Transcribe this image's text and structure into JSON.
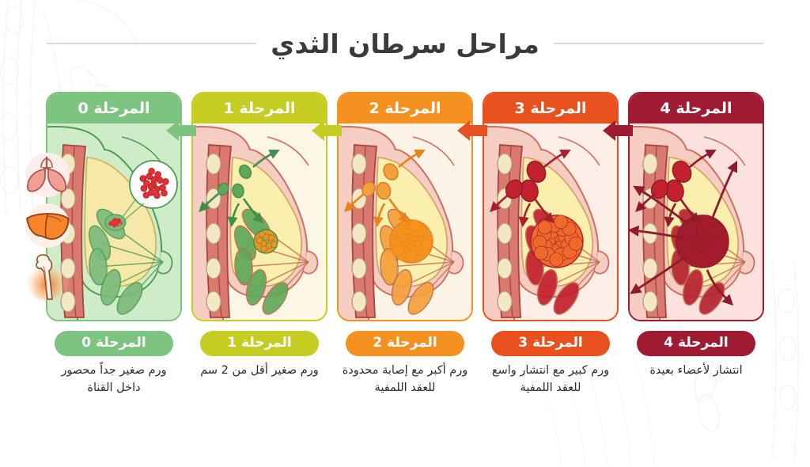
{
  "header": {
    "title": "مراحل سرطان الثدي"
  },
  "colors": {
    "stage4": "#9e1b32",
    "stage3": "#e8501e",
    "stage2": "#f59120",
    "stage1": "#c5cc22",
    "stage0": "#7cc47f",
    "title_text": "#3a3a3a",
    "rule": "#d9d9d9",
    "desc_text": "#2b2b2b",
    "page_background": "#ffffff"
  },
  "stages": [
    {
      "id": "stage-4",
      "head_label": "المرحلة 4",
      "badge_label": "المرحلة 4",
      "description": "انتشار لأعضاء بعيدة",
      "color": "#9e1b32",
      "body_bg": "#fbe2df",
      "tumor_color": "#a51d2d",
      "node_color": "#b5232f",
      "arrow_color": "#8e1a2c",
      "tumor_size": "large",
      "has_metastasis_organs": true,
      "metastasis_organs": [
        "lungs-icon",
        "liver-icon",
        "bone-icon"
      ]
    },
    {
      "id": "stage-3",
      "head_label": "المرحلة 3",
      "badge_label": "المرحلة 3",
      "description": "ورم كبير مع انتشار واسع للعقد اللمفية",
      "color": "#e8501e",
      "body_bg": "#fdeee7",
      "tumor_color": "#ef6a2a",
      "node_color": "#c21f2e",
      "arrow_color": "#a81f2c",
      "tumor_size": "large",
      "has_metastasis_organs": false,
      "metastasis_organs": []
    },
    {
      "id": "stage-2",
      "head_label": "المرحلة 2",
      "badge_label": "المرحلة 2",
      "description": "ورم أكبر مع إصابة محدودة للعقد اللمفية",
      "color": "#f59120",
      "body_bg": "#fdf3e6",
      "tumor_color": "#f6931e",
      "node_color": "#f4a03c",
      "arrow_color": "#e8821a",
      "tumor_size": "medium",
      "has_metastasis_organs": false,
      "metastasis_organs": []
    },
    {
      "id": "stage-1",
      "head_label": "المرحلة 1",
      "badge_label": "المرحلة 1",
      "description": "ورم صغير أقل من 2 سم",
      "color": "#c5cc22",
      "body_bg": "#fbf6e6",
      "tumor_color": "#f59022",
      "node_color": "#5fa85a",
      "arrow_color": "#3f8f4a",
      "tumor_size": "small",
      "has_metastasis_organs": false,
      "metastasis_organs": []
    },
    {
      "id": "stage-0",
      "head_label": "المرحلة 0",
      "badge_label": "المرحلة 0",
      "description": "ورم صغير جداً محصور داخل القناة",
      "color": "#7cc47f",
      "body_bg": "#cfecc9",
      "tumor_color": "#e0302f",
      "node_color": "#7cbb7c",
      "arrow_color": "#4f9b52",
      "tumor_size": "tiny",
      "has_metastasis_organs": false,
      "metastasis_organs": []
    }
  ],
  "connector_arrows": [
    {
      "id": "arrow-from-stage3-to-stage4",
      "color": "#9e1b32",
      "direction": "left"
    },
    {
      "id": "arrow-from-stage2-to-stage3",
      "color": "#e8501e",
      "direction": "left"
    },
    {
      "id": "arrow-from-stage1-to-stage2",
      "color": "#c5cc22",
      "direction": "left"
    },
    {
      "id": "arrow-from-stage0-to-stage1",
      "color": "#7cc47f",
      "direction": "left"
    }
  ]
}
